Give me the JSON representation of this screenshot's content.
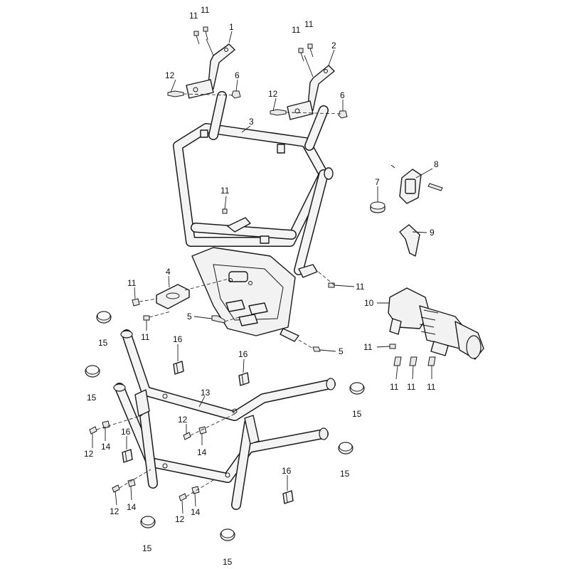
{
  "callouts": {
    "c1": "1",
    "c2": "2",
    "c3": "3",
    "c4": "4",
    "c5a": "5",
    "c5b": "5",
    "c6a": "6",
    "c6b": "6",
    "c7": "7",
    "c8": "8",
    "c9": "9",
    "c10": "10",
    "c11a": "11",
    "c11b": "11",
    "c11c": "11",
    "c11d": "11",
    "c11e": "11",
    "c11f": "11",
    "c11g": "11",
    "c11h": "11",
    "c11i": "11",
    "c11j": "11",
    "c11k": "11",
    "c11l": "11",
    "c12a": "12",
    "c12b": "12",
    "c12c": "12",
    "c12d": "12",
    "c12e": "12",
    "c12f": "12",
    "c13": "13",
    "c14a": "14",
    "c14b": "14",
    "c14c": "14",
    "c14d": "14",
    "c15a": "15",
    "c15b": "15",
    "c15c": "15",
    "c15d": "15",
    "c15e": "15",
    "c15f": "15",
    "c16a": "16",
    "c16b": "16",
    "c16c": "16",
    "c16d": "16"
  }
}
